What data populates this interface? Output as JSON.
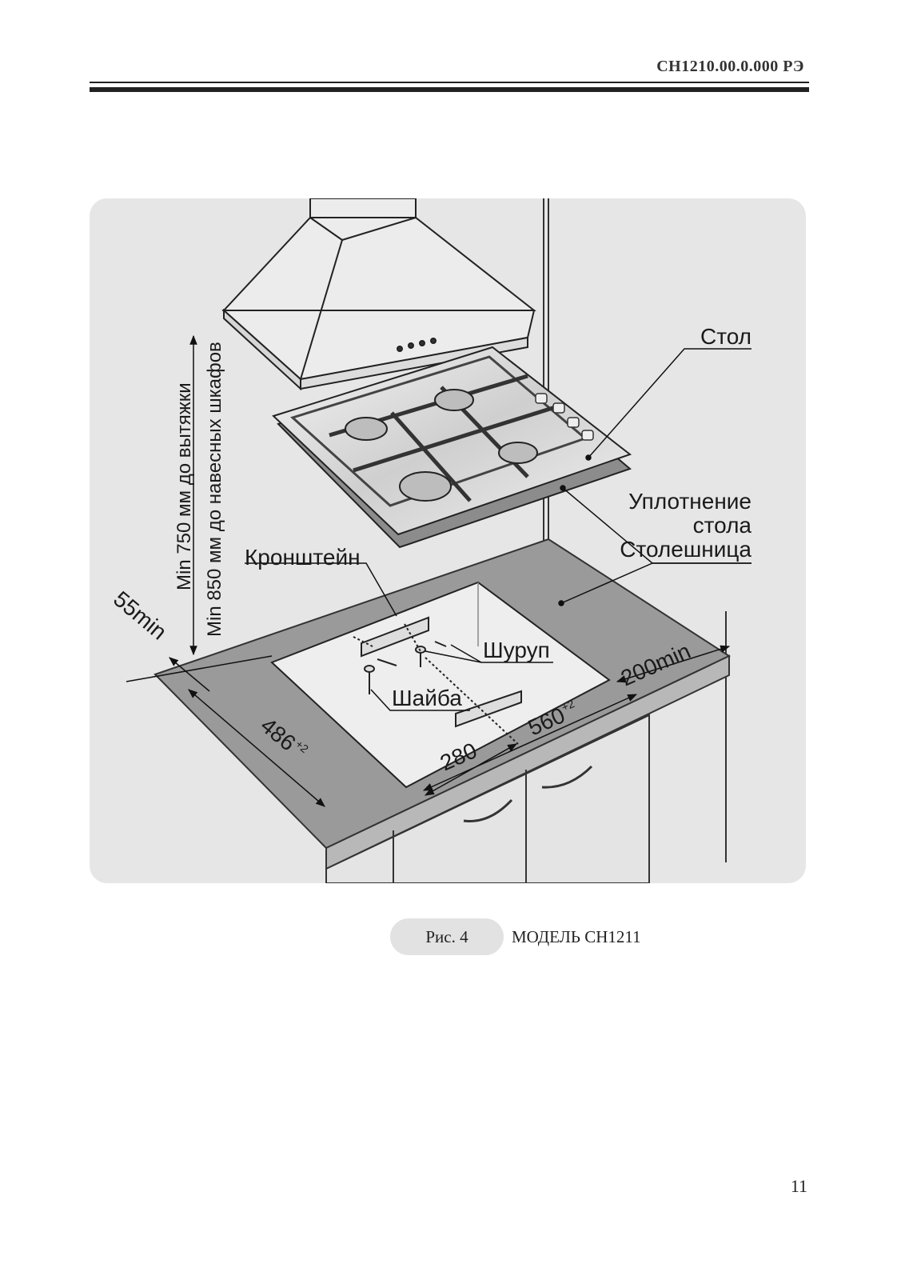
{
  "header": {
    "doc_code": "СН1210.00.0.000 РЭ"
  },
  "figure": {
    "labels": {
      "table": "Стол",
      "seal_line1": "Уплотнение",
      "seal_line2": "стола",
      "countertop": "Столешница",
      "bracket": "Кронштейн",
      "screw": "Шуруп",
      "washer": "Шайба",
      "height_hood": "Min 750 мм до вытяжки",
      "height_cabinets": "Min 850 мм до навесных шкафов",
      "edge_min": "55min",
      "side_min": "200min",
      "depth_value": "486",
      "depth_tol": "+2",
      "width_value": "560",
      "width_tol": "+2",
      "half_width": "280"
    }
  },
  "caption": {
    "fig_no": "Рис. 4",
    "title": "МОДЕЛЬ СН1211"
  },
  "footer": {
    "page_number": "11"
  }
}
